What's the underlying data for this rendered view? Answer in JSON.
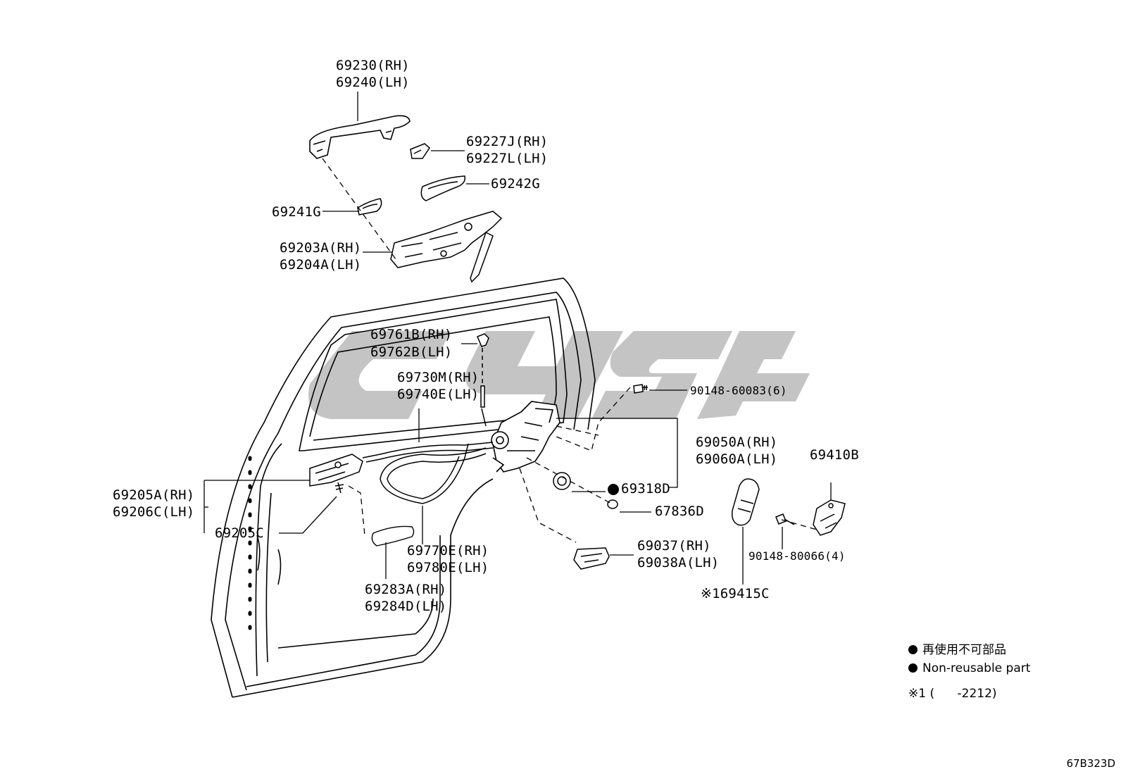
{
  "labels": {
    "p69230": "69230(RH)",
    "p69240": "69240(LH)",
    "p69227J": "69227J(RH)",
    "p69227L": "69227L(LH)",
    "p69242G": "69242G",
    "p69241G": "69241G",
    "p69203A": "69203A(RH)",
    "p69204A": "69204A(LH)",
    "p69761B": "69761B(RH)",
    "p69762B": "69762B(LH)",
    "p69730M": "69730M(RH)",
    "p69740E": "69740E(LH)",
    "p90148_60083": "90148-60083(6)",
    "p69050A": "69050A(RH)",
    "p69060A": "69060A(LH)",
    "p69410B": "69410B",
    "p69318D": "69318D",
    "p67836D": "67836D",
    "p69205A": "69205A(RH)",
    "p69206C": "69206C(LH)",
    "p69205C": "69205C",
    "p69770E": "69770E(RH)",
    "p69780E": "69780E(LH)",
    "p69283A": "69283A(RH)",
    "p69284D": "69284D(LH)",
    "p69037": "69037(RH)",
    "p69038A": "69038A(LH)",
    "p90148_80066": "90148-80066(4)",
    "p69415C": "※169415C"
  },
  "legend": {
    "non_reusable_jp": "再使用不可部品",
    "non_reusable_en": "Non-reusable part",
    "footnote": "※1 (      -2212)"
  },
  "diagram_code": "67B323D",
  "watermark_color": "#c4c4c4"
}
